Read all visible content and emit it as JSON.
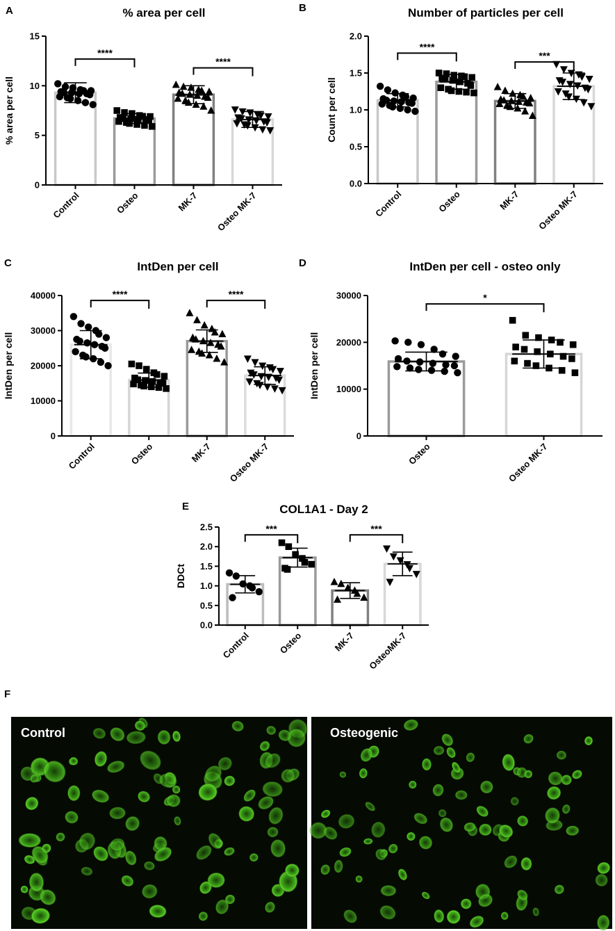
{
  "chart_data": [
    {
      "panel": "A",
      "type": "bar",
      "title": "% area per cell",
      "ylabel": "% area per cell",
      "ylim": [
        0,
        15
      ],
      "yticks": [
        0,
        5,
        10,
        15
      ],
      "categories": [
        "Control",
        "Osteo",
        "MK-7",
        "Osteo MK-7"
      ],
      "means": [
        9.3,
        6.7,
        9.1,
        6.6
      ],
      "sd": [
        1.0,
        0.5,
        0.9,
        0.8
      ],
      "markers": [
        "circle",
        "square",
        "triangle-up",
        "triangle-down"
      ],
      "bar_colors": [
        "#c8c8c8",
        "#9a9a9a",
        "#808080",
        "#d8d8d8"
      ],
      "points": [
        [
          10.2,
          9.9,
          9.8,
          9.6,
          9.5,
          9.5,
          9.4,
          9.3,
          9.3,
          9.2,
          9.2,
          9.1,
          8.9,
          8.8,
          8.7,
          8.5,
          8.3,
          8.1
        ],
        [
          7.5,
          7.3,
          7.2,
          7.0,
          6.9,
          6.9,
          6.8,
          6.7,
          6.7,
          6.6,
          6.6,
          6.5,
          6.4,
          6.3,
          6.2,
          6.1,
          6.0,
          5.9
        ],
        [
          10.1,
          9.9,
          9.8,
          9.6,
          9.5,
          9.4,
          9.3,
          9.2,
          9.1,
          9.0,
          8.9,
          8.8,
          8.7,
          8.5,
          8.3,
          8.1,
          7.9,
          7.5
        ],
        [
          7.6,
          7.4,
          7.3,
          7.1,
          7.0,
          6.9,
          6.8,
          6.7,
          6.6,
          6.5,
          6.4,
          6.3,
          6.2,
          6.1,
          6.0,
          5.8,
          5.6,
          5.5
        ]
      ],
      "comparisons": [
        {
          "from": 0,
          "to": 1,
          "y": 12.7,
          "label": "****"
        },
        {
          "from": 2,
          "to": 3,
          "y": 11.8,
          "label": "****"
        }
      ]
    },
    {
      "panel": "B",
      "type": "bar",
      "title": "Number of particles per cell",
      "ylabel": "Count per cell",
      "ylim": [
        0,
        2.0
      ],
      "yticks": [
        0.0,
        0.5,
        1.0,
        1.5,
        2.0
      ],
      "tick_format": 1,
      "categories": [
        "Control",
        "Osteo",
        "MK-7",
        "Osteo MK-7"
      ],
      "means": [
        1.13,
        1.38,
        1.12,
        1.32
      ],
      "sd": [
        0.09,
        0.1,
        0.1,
        0.18
      ],
      "markers": [
        "circle",
        "square",
        "triangle-up",
        "triangle-down"
      ],
      "bar_colors": [
        "#c8c8c8",
        "#9a9a9a",
        "#808080",
        "#d8d8d8"
      ],
      "points": [
        [
          1.32,
          1.27,
          1.23,
          1.2,
          1.18,
          1.16,
          1.15,
          1.13,
          1.12,
          1.11,
          1.1,
          1.09,
          1.08,
          1.06,
          1.04,
          1.02,
          1.0,
          0.98
        ],
        [
          1.5,
          1.49,
          1.47,
          1.46,
          1.45,
          1.44,
          1.43,
          1.42,
          1.4,
          1.38,
          1.36,
          1.33,
          1.3,
          1.28,
          1.26,
          1.25,
          1.24,
          1.23
        ],
        [
          1.31,
          1.26,
          1.22,
          1.2,
          1.18,
          1.16,
          1.14,
          1.13,
          1.12,
          1.11,
          1.1,
          1.09,
          1.08,
          1.06,
          1.04,
          1.02,
          0.98,
          0.92
        ],
        [
          1.62,
          1.55,
          1.5,
          1.48,
          1.45,
          1.42,
          1.4,
          1.38,
          1.35,
          1.33,
          1.3,
          1.28,
          1.25,
          1.22,
          1.18,
          1.15,
          1.1,
          1.05
        ]
      ],
      "comparisons": [
        {
          "from": 0,
          "to": 1,
          "y": 1.77,
          "label": "****"
        },
        {
          "from": 2,
          "to": 3,
          "y": 1.65,
          "label": "***"
        }
      ]
    },
    {
      "panel": "C",
      "type": "bar",
      "title": "IntDen per cell",
      "ylabel": "IntDen per cell",
      "ylim": [
        0,
        40000
      ],
      "yticks": [
        0,
        10000,
        20000,
        30000,
        40000
      ],
      "categories": [
        "Control",
        "Osteo",
        "MK-7",
        "Osteo MK-7"
      ],
      "means": [
        26000,
        15900,
        27000,
        17200
      ],
      "sd": [
        4000,
        2000,
        3200,
        2500
      ],
      "markers": [
        "circle",
        "square",
        "triangle-up",
        "triangle-down"
      ],
      "bar_colors": [
        "#e8e8e8",
        "#d6d6d6",
        "#9a9a9a",
        "#dcdcdc"
      ],
      "points": [
        [
          34000,
          32000,
          31000,
          30000,
          29000,
          28000,
          27500,
          27000,
          26500,
          26000,
          25500,
          25000,
          24000,
          23000,
          22500,
          22000,
          21000,
          20000
        ],
        [
          20500,
          20000,
          19000,
          18000,
          17500,
          17000,
          16500,
          16000,
          15800,
          15500,
          15200,
          15000,
          14800,
          14500,
          14200,
          14000,
          13800,
          13500
        ],
        [
          35000,
          33000,
          31500,
          30500,
          29500,
          29000,
          28000,
          27500,
          27000,
          26500,
          26000,
          25500,
          24500,
          24000,
          23500,
          23000,
          22000,
          21000
        ],
        [
          22000,
          21000,
          20000,
          19500,
          19000,
          18500,
          18000,
          17500,
          17000,
          16800,
          16500,
          16000,
          15500,
          15000,
          14500,
          14000,
          13500,
          13000
        ]
      ],
      "comparisons": [
        {
          "from": 0,
          "to": 1,
          "y": 38600,
          "label": "****"
        },
        {
          "from": 2,
          "to": 3,
          "y": 38600,
          "label": "****"
        }
      ]
    },
    {
      "panel": "D",
      "type": "bar",
      "title": "IntDen per cell - osteo only",
      "ylabel": "IntDen per cell",
      "ylim": [
        0,
        30000
      ],
      "yticks": [
        0,
        10000,
        20000,
        30000
      ],
      "categories": [
        "Osteo",
        "Osteo MK-7"
      ],
      "means": [
        15900,
        17500
      ],
      "sd": [
        2000,
        3000
      ],
      "markers": [
        "circle",
        "square"
      ],
      "bar_colors": [
        "#9a9a9a",
        "#d6d6d6"
      ],
      "points": [
        [
          20300,
          20000,
          19500,
          18500,
          17500,
          17000,
          16500,
          16000,
          15800,
          15500,
          15200,
          15000,
          14800,
          14500,
          14200,
          14000,
          13800,
          13500
        ],
        [
          24700,
          21500,
          21000,
          20500,
          20000,
          19500,
          19000,
          18500,
          18000,
          17500,
          17000,
          16500,
          16000,
          15500,
          15000,
          14500,
          14000,
          13500
        ]
      ],
      "comparisons": [
        {
          "from": 0,
          "to": 1,
          "y": 28200,
          "label": "*"
        }
      ]
    },
    {
      "panel": "E",
      "type": "bar",
      "title": "COL1A1 - Day 2",
      "ylabel": "DDCt",
      "ylim": [
        0,
        2.5
      ],
      "yticks": [
        0.0,
        0.5,
        1.0,
        1.5,
        2.0,
        2.5
      ],
      "tick_format": 1,
      "categories": [
        "Control",
        "Osteo",
        "MK-7",
        "OsteoMK-7"
      ],
      "means": [
        1.04,
        1.72,
        0.88,
        1.56
      ],
      "sd": [
        0.22,
        0.24,
        0.2,
        0.3
      ],
      "markers": [
        "circle",
        "square",
        "triangle-up",
        "triangle-down"
      ],
      "bar_colors": [
        "#bdbdbd",
        "#9a9a9a",
        "#808080",
        "#d8d8d8"
      ],
      "points": [
        [
          1.33,
          1.25,
          1.05,
          1.0,
          0.95,
          0.85,
          0.7
        ],
        [
          2.1,
          2.0,
          1.8,
          1.7,
          1.6,
          1.55,
          1.45,
          1.42
        ],
        [
          1.1,
          1.05,
          0.95,
          0.88,
          0.8,
          0.7,
          0.65
        ],
        [
          1.95,
          1.75,
          1.65,
          1.55,
          1.45,
          1.3,
          1.1
        ]
      ],
      "comparisons": [
        {
          "from": 0,
          "to": 1,
          "y": 2.3,
          "label": "***"
        },
        {
          "from": 2,
          "to": 3,
          "y": 2.3,
          "label": "***"
        }
      ]
    }
  ],
  "panel_f": {
    "letter": "F",
    "images": [
      {
        "label": "Control"
      },
      {
        "label": "Osteogenic"
      }
    ],
    "cell_color": "#4cc21c",
    "background_color": "#060b03"
  }
}
